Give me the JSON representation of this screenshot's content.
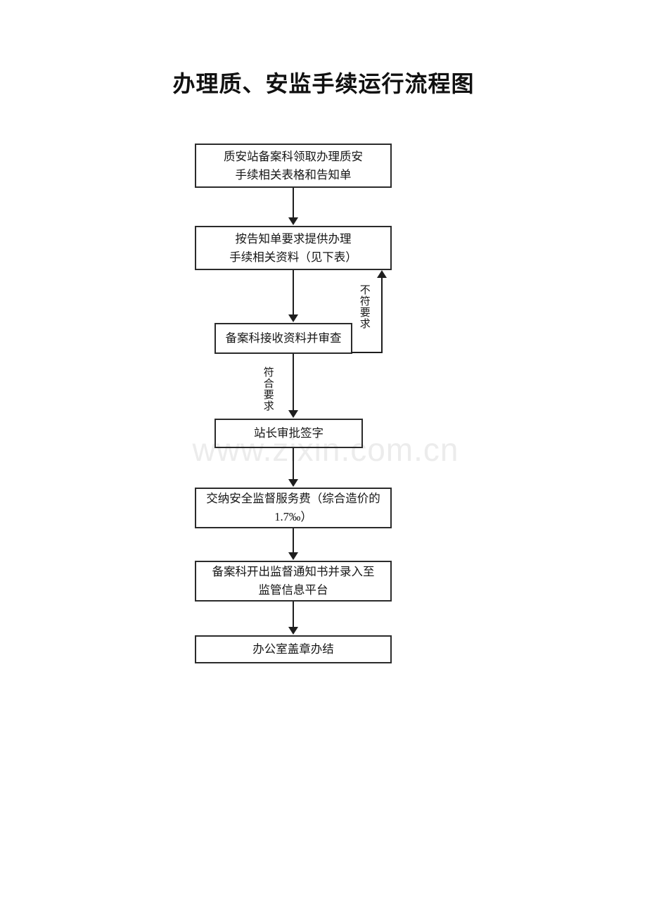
{
  "page": {
    "title": "办理质、安监手续运行流程图",
    "watermark": "www.zixin.com.cn",
    "background_color": "#ffffff",
    "line_color": "#1e1e1e",
    "box_border_color": "#2b2b2b",
    "watermark_color": "#ececec"
  },
  "chart_data": {
    "type": "flowchart",
    "title": "办理质、安监手续运行流程图",
    "orientation": "top-to-bottom",
    "nodes": [
      {
        "id": "n1",
        "label": "质安站备案科领取办理质安手续相关表格和告知单",
        "line1": "质安站备案科领取办理质安",
        "line2": "手续相关表格和告知单",
        "shape": "rectangle"
      },
      {
        "id": "n2",
        "label": "按告知单要求提供办理手续相关资料（见下表）",
        "line1": "按告知单要求提供办理",
        "line2": "手续相关资料（见下表）",
        "shape": "rectangle"
      },
      {
        "id": "n3",
        "label": "备案科接收资料并审查",
        "line1": "备案科接收资料并审查",
        "line2": "",
        "shape": "rectangle"
      },
      {
        "id": "n4",
        "label": "站长审批签字",
        "line1": "站长审批签字",
        "line2": "",
        "shape": "rectangle"
      },
      {
        "id": "n5",
        "label": "交纳安全监督服务费（综合造价的1.7‰）",
        "line1": "交纳安全监督服务费（综合造价的",
        "line2": "1.7‰）",
        "shape": "rectangle"
      },
      {
        "id": "n6",
        "label": "备案科开出监督通知书并录入至监管信息平台",
        "line1": "备案科开出监督通知书并录入至",
        "line2": "监管信息平台",
        "shape": "rectangle"
      },
      {
        "id": "n7",
        "label": "办公室盖章办结",
        "line1": "办公室盖章办结",
        "line2": "",
        "shape": "rectangle"
      }
    ],
    "edges": [
      {
        "from": "n1",
        "to": "n2",
        "label": "",
        "style": "solid-arrow"
      },
      {
        "from": "n2",
        "to": "n3",
        "label": "",
        "style": "solid-arrow"
      },
      {
        "from": "n3",
        "to": "n4",
        "label": "符合要求",
        "style": "solid-arrow"
      },
      {
        "from": "n3",
        "to": "n2",
        "label": "不符要求",
        "style": "solid-arrow-feedback"
      },
      {
        "from": "n4",
        "to": "n5",
        "label": "",
        "style": "solid-arrow"
      },
      {
        "from": "n5",
        "to": "n6",
        "label": "",
        "style": "solid-arrow"
      },
      {
        "from": "n6",
        "to": "n7",
        "label": "",
        "style": "solid-arrow"
      }
    ],
    "labels": {
      "reject": "不符要求",
      "accept": "符合要求"
    }
  }
}
